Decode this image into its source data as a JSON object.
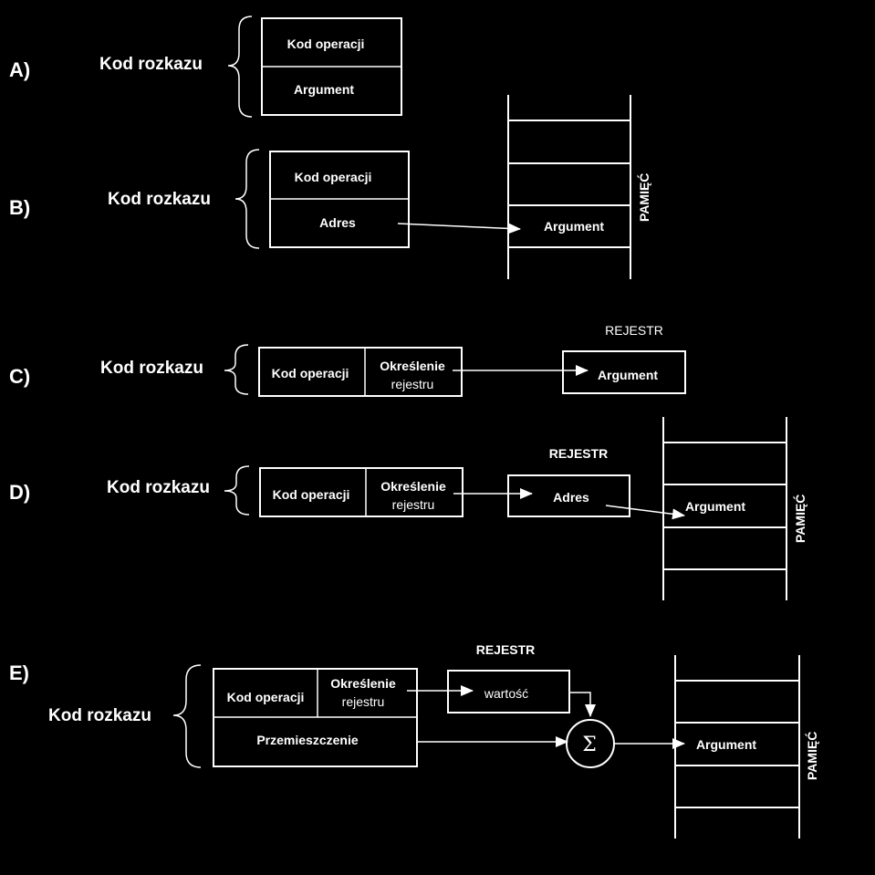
{
  "sections": {
    "A": {
      "letter": "A)",
      "label": "Kod rozkazu",
      "op": "Kod operacji",
      "arg": "Argument"
    },
    "B": {
      "letter": "B)",
      "label": "Kod rozkazu",
      "op": "Kod operacji",
      "addr": "Adres",
      "mem_arg": "Argument",
      "mem_label": "PAMIĘĆ"
    },
    "C": {
      "letter": "C)",
      "label": "Kod rozkazu",
      "op": "Kod operacji",
      "reg_spec_1": "Określenie",
      "reg_spec_2": "rejestru",
      "reg_title": "REJESTR",
      "reg_arg": "Argument"
    },
    "D": {
      "letter": "D)",
      "label": "Kod rozkazu",
      "op": "Kod operacji",
      "reg_spec_1": "Określenie",
      "reg_spec_2": "rejestru",
      "reg_title": "REJESTR",
      "reg_addr": "Adres",
      "mem_arg": "Argument",
      "mem_label": "PAMIĘĆ"
    },
    "E": {
      "letter": "E)",
      "label": "Kod rozkazu",
      "op": "Kod operacji",
      "reg_spec_1": "Określenie",
      "reg_spec_2": "rejestru",
      "disp": "Przemieszczenie",
      "reg_title": "REJESTR",
      "reg_val": "wartość",
      "sum": "Σ",
      "mem_arg": "Argument",
      "mem_label": "PAMIĘĆ"
    }
  }
}
